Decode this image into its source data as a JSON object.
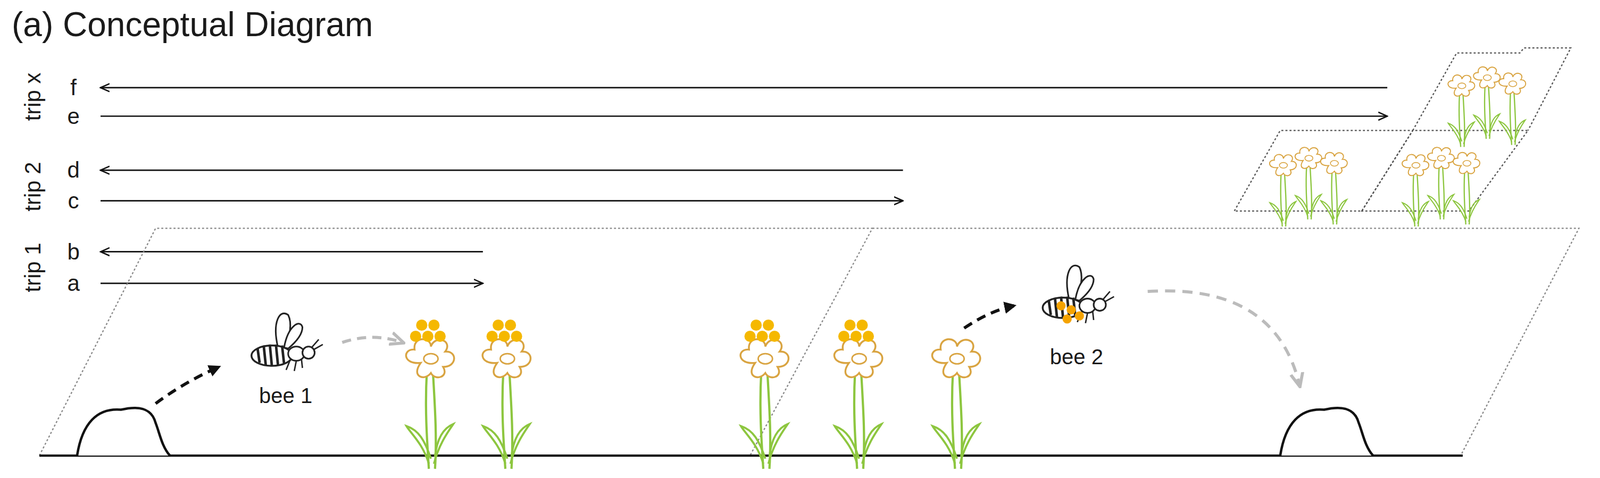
{
  "diagram": {
    "title": "(a) Conceptual Diagram",
    "labels": [
      "trip x",
      "f",
      "e",
      "trip 2",
      "d",
      "c",
      "trip 1",
      "b",
      "a",
      "bee 1",
      "bee 2"
    ]
  }
}
